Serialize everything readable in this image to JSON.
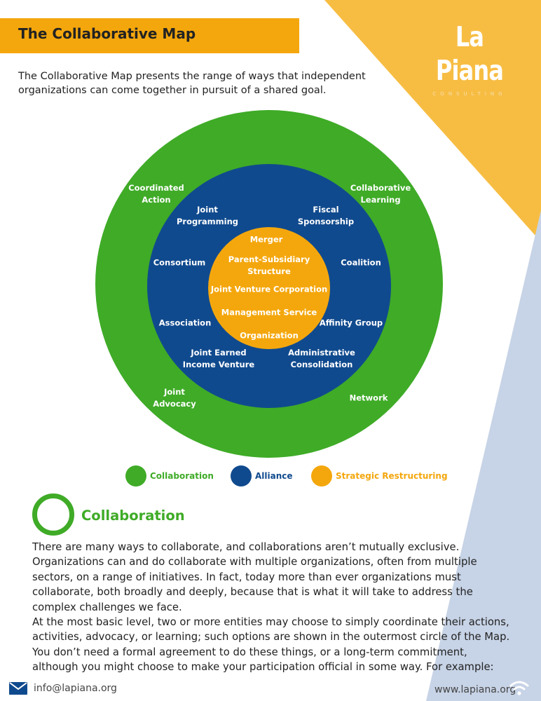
{
  "header": {
    "title": "The Collaborative Map",
    "logo_main": "La Piana",
    "logo_sub": "CONSULTING"
  },
  "intro": "The Collaborative Map presents the range of ways that independent organizations can come together in pursuit of a shared goal.",
  "map": {
    "collaboration_items": [
      "Coordinated\nAction",
      "Collaborative\nLearning",
      "Joint\nAdvocacy",
      "Network"
    ],
    "alliance_items": [
      "Joint\nProgramming",
      "Fiscal\nSponsorship",
      "Consortium",
      "Coalition",
      "Association",
      "Affinity Group",
      "Joint Earned\nIncome Venture",
      "Administrative\nConsolidation"
    ],
    "restructuring_items": [
      "Merger",
      "Parent-Subsidiary\nStructure",
      "Joint Venture Corporation",
      "Management Service",
      "Organization"
    ]
  },
  "legend": {
    "collaboration": "Collaboration",
    "alliance": "Alliance",
    "restructuring": "Strategic Restructuring"
  },
  "colors": {
    "collaboration": "#3fab27",
    "alliance": "#104a8e",
    "restructuring": "#f4a70d",
    "accent_yellow": "#f7bd43",
    "accent_blue": "#c7d3e6"
  },
  "section": {
    "title": "Collaboration",
    "paragraph1": "There are many ways to collaborate, and collaborations aren’t mutually exclusive. Organizations can and do collaborate with multiple organizations, often from multiple sectors, on a range of initiatives. In fact, today more than ever organizations must collaborate, both broadly and deeply, because that is what it will take to address the complex challenges we face.",
    "paragraph2": "At the most basic level, two or more entities may choose to simply coordinate their actions, activities, advocacy, or learning; such options are shown in the outermost circle of the Map. You don’t need a formal agreement to do these things, or a long-term commitment, although you might choose to make your participation official in some way.  For example:"
  },
  "footer": {
    "email": "info@lapiana.org",
    "website": "www.lapiana.org",
    "mail_icon": "envelope-icon",
    "wifi_icon": "wifi-icon"
  }
}
